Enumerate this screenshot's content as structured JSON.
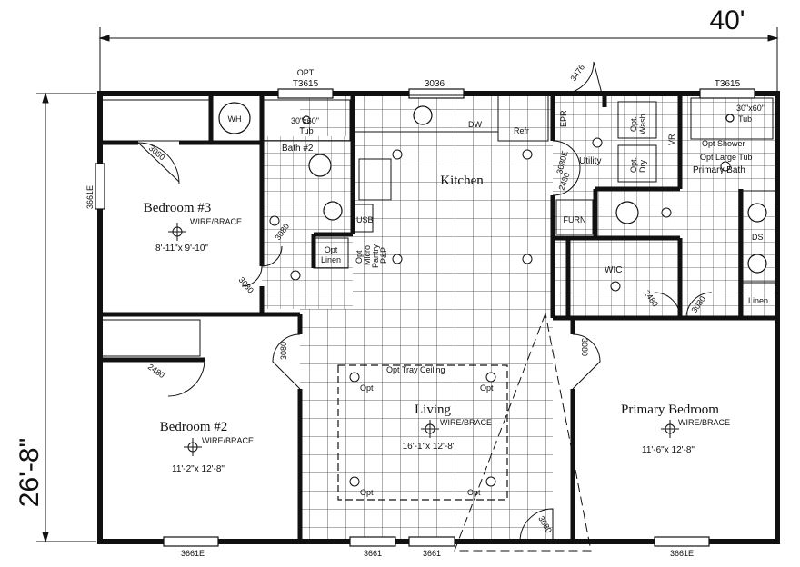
{
  "dimensions": {
    "width": "40'",
    "depth": "26'-8\""
  },
  "rooms": {
    "bedroom3": {
      "name": "Bedroom #3",
      "note": "WIRE/BRACE",
      "size": "8'-11\"x 9'-10\""
    },
    "bedroom2": {
      "name": "Bedroom #2",
      "note": "WIRE/BRACE",
      "size": "11'-2\"x 12'-8\""
    },
    "kitchen": {
      "name": "Kitchen"
    },
    "living": {
      "name": "Living",
      "note": "WIRE/BRACE",
      "size": "16'-1\"x 12'-8\""
    },
    "primary_bedroom": {
      "name": "Primary Bedroom",
      "note": "WIRE/BRACE",
      "size": "11'-6\"x 12'-8\""
    },
    "bath2": {
      "name": "Bath #2"
    },
    "primary_bath": {
      "name": "Primary Bath"
    },
    "utility": {
      "name": "Utility"
    },
    "wic": {
      "name": "WIC"
    }
  },
  "fixtures": {
    "wh": "WH",
    "tub_left": "30\"x60\"",
    "tub_left_sub": "Tub",
    "tub_right": "30\"x60\"",
    "tub_right_sub": "Tub",
    "dw": "DW",
    "refr": "Refr",
    "usb": "USB",
    "opt_linen_1": "Opt",
    "opt_linen_2": "Linen",
    "pantry_1": "Opt",
    "pantry_2": "Micro",
    "pantry_3": "Pantry",
    "pantry_4": "P&P",
    "furn": "FURN",
    "linen": "Linen",
    "ds": "DS",
    "opt_wash_1": "Opt.",
    "opt_wash_2": "Wash",
    "opt_dry_1": "Opt.",
    "opt_dry_2": "Dry",
    "epr": "EPR",
    "vr": "VR",
    "opt_shower": "Opt Shower",
    "opt_large_tub": "Opt Large Tub",
    "opt_tray": "Opt Tray Ceiling",
    "opt_1": "Opt",
    "opt_2": "Opt",
    "opt_3": "Opt",
    "opt_4": "Opt"
  },
  "openings": {
    "top_opt": "OPT",
    "top_t3615_left": "T3615",
    "top_3036": "3036",
    "top_3476": "3476",
    "top_t3615_right": "T3615",
    "left_3661e": "3661E",
    "door_3080_bed3": "3080",
    "door_3080_bath2": "3080",
    "door_3080_bed3_side": "3080",
    "door_2480_bed2": "2480",
    "door_3080_bed2": "3080",
    "door_3080_primary": "3080",
    "door_2480_utility": "2480",
    "door_3080_utility": "3080E",
    "door_2480_wic": "2480",
    "door_3080_bath": "3080",
    "door_3680_front": "3680",
    "bottom_3661e_left": "3661E",
    "bottom_3661_mid": "3661",
    "bottom_3661_mid2": "3661",
    "bottom_3661e_right": "3661E"
  }
}
